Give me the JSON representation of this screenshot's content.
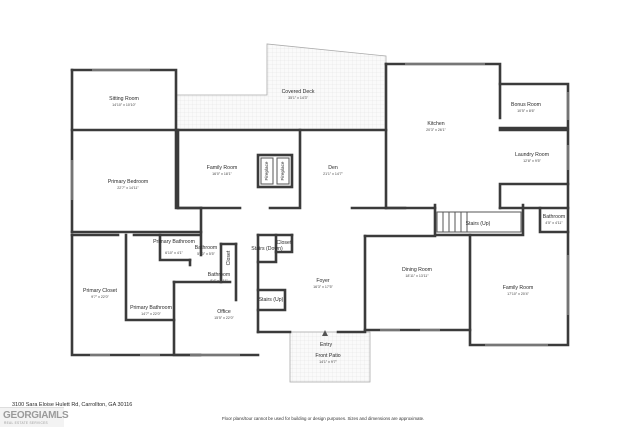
{
  "rooms": {
    "sitting_room": {
      "name": "Sitting Room",
      "dim": "14'10\" x 10'10\""
    },
    "covered_deck": {
      "name": "Covered Deck",
      "dim": "35'1\" x 14'3\""
    },
    "kitchen": {
      "name": "Kitchen",
      "dim": "20'3\" x 26'1\""
    },
    "bonus_room": {
      "name": "Bonus Room",
      "dim": "10'5\" x 8'6\""
    },
    "laundry_room": {
      "name": "Laundry Room",
      "dim": "12'8\" x 9'5\""
    },
    "family_room_upper": {
      "name": "Family Room",
      "dim": "16'0\" x 18'1\""
    },
    "den": {
      "name": "Den",
      "dim": "21'1\" x 14'7\""
    },
    "primary_bedroom": {
      "name": "Primary Bedroom",
      "dim": "22'7\" x 14'11\""
    },
    "primary_bathroom_small": {
      "name": "Primary Bathroom",
      "dim": "6'10\" x 4'1\""
    },
    "bathroom_center": {
      "name": "Bathroom",
      "dim": "5'10\" x 5'5\""
    },
    "bathroom_lower": {
      "name": "Bathroom",
      "dim": "8'4\" x 4'11\""
    },
    "stairs_down": {
      "name": "Stairs (Down)"
    },
    "closet_center": {
      "name": "Closet"
    },
    "closet_vertical": {
      "name": "Closet"
    },
    "stairs_up_top": {
      "name": "Stairs (Up)"
    },
    "bathroom_right": {
      "name": "Bathroom",
      "dim": "4'5\" x 4'11\""
    },
    "primary_closet": {
      "name": "Primary Closet",
      "dim": "9'7\" x 22'0\""
    },
    "primary_bathroom_main": {
      "name": "Primary Bathroom",
      "dim": "14'7\" x 22'0\""
    },
    "office": {
      "name": "Office",
      "dim": "15'5\" x 22'0\""
    },
    "foyer": {
      "name": "Foyer",
      "dim": "16'3\" x 17'5\""
    },
    "stairs_up_left": {
      "name": "Stairs (Up)"
    },
    "dining_room": {
      "name": "Dining Room",
      "dim": "18'11\" x 13'11\""
    },
    "family_room_right": {
      "name": "Family Room",
      "dim": "17'10\" x 20'4\""
    },
    "entry": {
      "name": "Entry"
    },
    "front_patio": {
      "name": "Front Patio",
      "dim": "14'1\" x 9'7\""
    }
  },
  "fireplaces": {
    "left": "Fireplace",
    "right": "Fireplace"
  },
  "footer": {
    "address": "3100 Sara Eloise Hulett Rd, Carrollton, GA 30116",
    "disclaimer": "Floor plans/tour cannot be used for building or design purposes. Sizes and dimensions are approximate."
  },
  "logo": {
    "main": "GEORGIAMLS",
    "sub": "REAL ESTATE SERVICES"
  }
}
